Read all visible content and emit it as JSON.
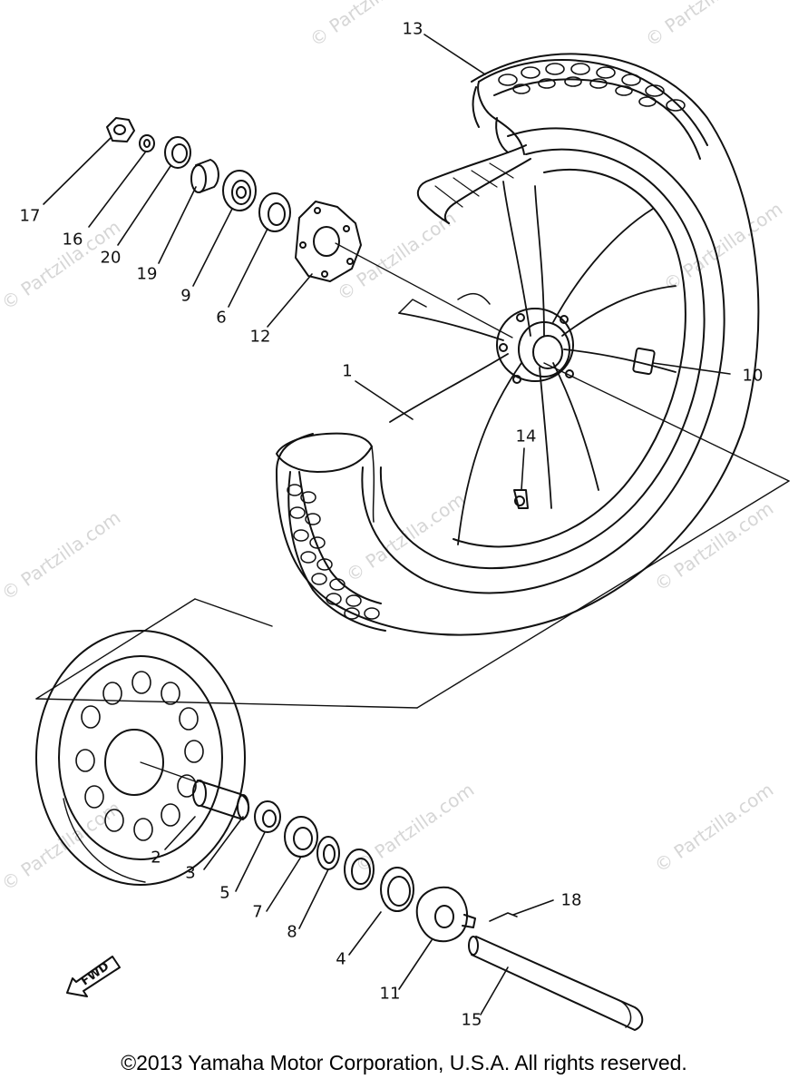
{
  "watermark": "© Partzilla.com",
  "callouts": [
    {
      "id": "13",
      "text": "13"
    },
    {
      "id": "17",
      "text": "17"
    },
    {
      "id": "16",
      "text": "16"
    },
    {
      "id": "20",
      "text": "20"
    },
    {
      "id": "19",
      "text": "19"
    },
    {
      "id": "9",
      "text": "9"
    },
    {
      "id": "6",
      "text": "6"
    },
    {
      "id": "12",
      "text": "12"
    },
    {
      "id": "1",
      "text": "1"
    },
    {
      "id": "10",
      "text": "10"
    },
    {
      "id": "14",
      "text": "14"
    },
    {
      "id": "2",
      "text": "2"
    },
    {
      "id": "3",
      "text": "3"
    },
    {
      "id": "5",
      "text": "5"
    },
    {
      "id": "7",
      "text": "7"
    },
    {
      "id": "8",
      "text": "8"
    },
    {
      "id": "4",
      "text": "4"
    },
    {
      "id": "11",
      "text": "11"
    },
    {
      "id": "18",
      "text": "18"
    },
    {
      "id": "15",
      "text": "15"
    }
  ],
  "fwd_label": "FWD",
  "copyright": "©2013 Yamaha Motor Corporation, U.S.A. All rights reserved."
}
